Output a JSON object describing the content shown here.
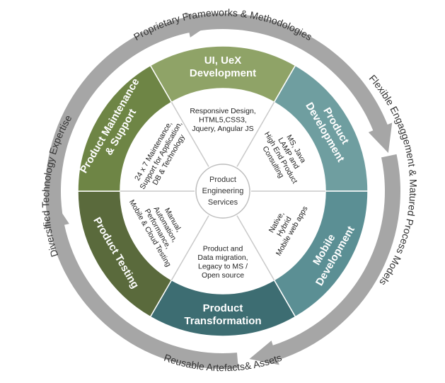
{
  "center": {
    "lines": [
      "Product",
      "Engineering",
      "Services"
    ]
  },
  "outer_ring": {
    "top": "Proprietary Frameworks & Methodologies",
    "right": "Flexible Engaggement & Matured Process Models",
    "bottom": "Reusable Artefacts& Assets",
    "left": "Diversified Technology Expertise"
  },
  "segments": [
    {
      "id": "ui-uex",
      "title": [
        "UI, UeX",
        "Development"
      ],
      "detail": [
        "Responsive Design,",
        "HTML5,CSS3,",
        "Jquery, Angular JS"
      ],
      "color": "#8fa367"
    },
    {
      "id": "product-development",
      "title": [
        "Product",
        "Development"
      ],
      "detail": [
        "MS, Java",
        "LAMP and",
        "High End Product",
        "Consulting"
      ],
      "color": "#6f9ea0"
    },
    {
      "id": "mobile",
      "title": [
        "Mobile",
        "Development"
      ],
      "detail": [
        "Native,",
        "Hybrid",
        "Mobile web apps"
      ],
      "color": "#5b8f94"
    },
    {
      "id": "transformation",
      "title": [
        "Product",
        "Transformation"
      ],
      "detail": [
        "Product and",
        "Data migration,",
        "Legacy to MS /",
        "Open source"
      ],
      "color": "#3d6d72"
    },
    {
      "id": "testing",
      "title": [
        "Product Testing"
      ],
      "detail": [
        "Manual,",
        "Automation,",
        "Performance,",
        "Mobile & Cloud Testing"
      ],
      "color": "#5a6a3c"
    },
    {
      "id": "maintenance",
      "title": [
        "Product Maintenance",
        "& Support"
      ],
      "detail": [
        "24 x 7 Maintenance,",
        "Support for Application,",
        "DB & Technology"
      ],
      "color": "#6e8545"
    }
  ],
  "colors": {
    "arrow": "#a6a6a6",
    "inner_fill": "#ffffff",
    "divider": "#c9c9c9",
    "center_stroke": "#bdbdbd"
  }
}
